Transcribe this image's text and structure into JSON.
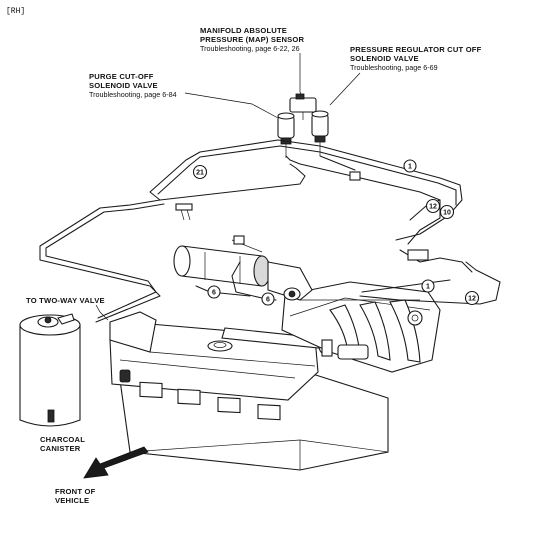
{
  "header": {
    "code": "[RH]"
  },
  "labels": {
    "map_sensor": {
      "line1": "MANIFOLD ABSOLUTE",
      "line2": "PRESSURE (MAP) SENSOR",
      "ref": "Troubleshooting, page 6-22, 26"
    },
    "pressure_regulator": {
      "line1": "PRESSURE REGULATOR CUT OFF",
      "line2": "SOLENOID VALVE",
      "ref": "Troubleshooting, page 6-69"
    },
    "purge_cutoff": {
      "line1": "PURGE CUT-OFF",
      "line2": "SOLENOID VALVE",
      "ref": "Troubleshooting, page 6-84"
    },
    "two_way_valve": "TO TWO-WAY VALVE",
    "canister": {
      "line1": "CHARCOAL",
      "line2": "CANISTER"
    },
    "front": {
      "line1": "FRONT OF",
      "line2": "VEHICLE"
    }
  },
  "callouts": [
    "1",
    "21",
    "12",
    "10",
    "6",
    "6",
    "1",
    "12"
  ]
}
